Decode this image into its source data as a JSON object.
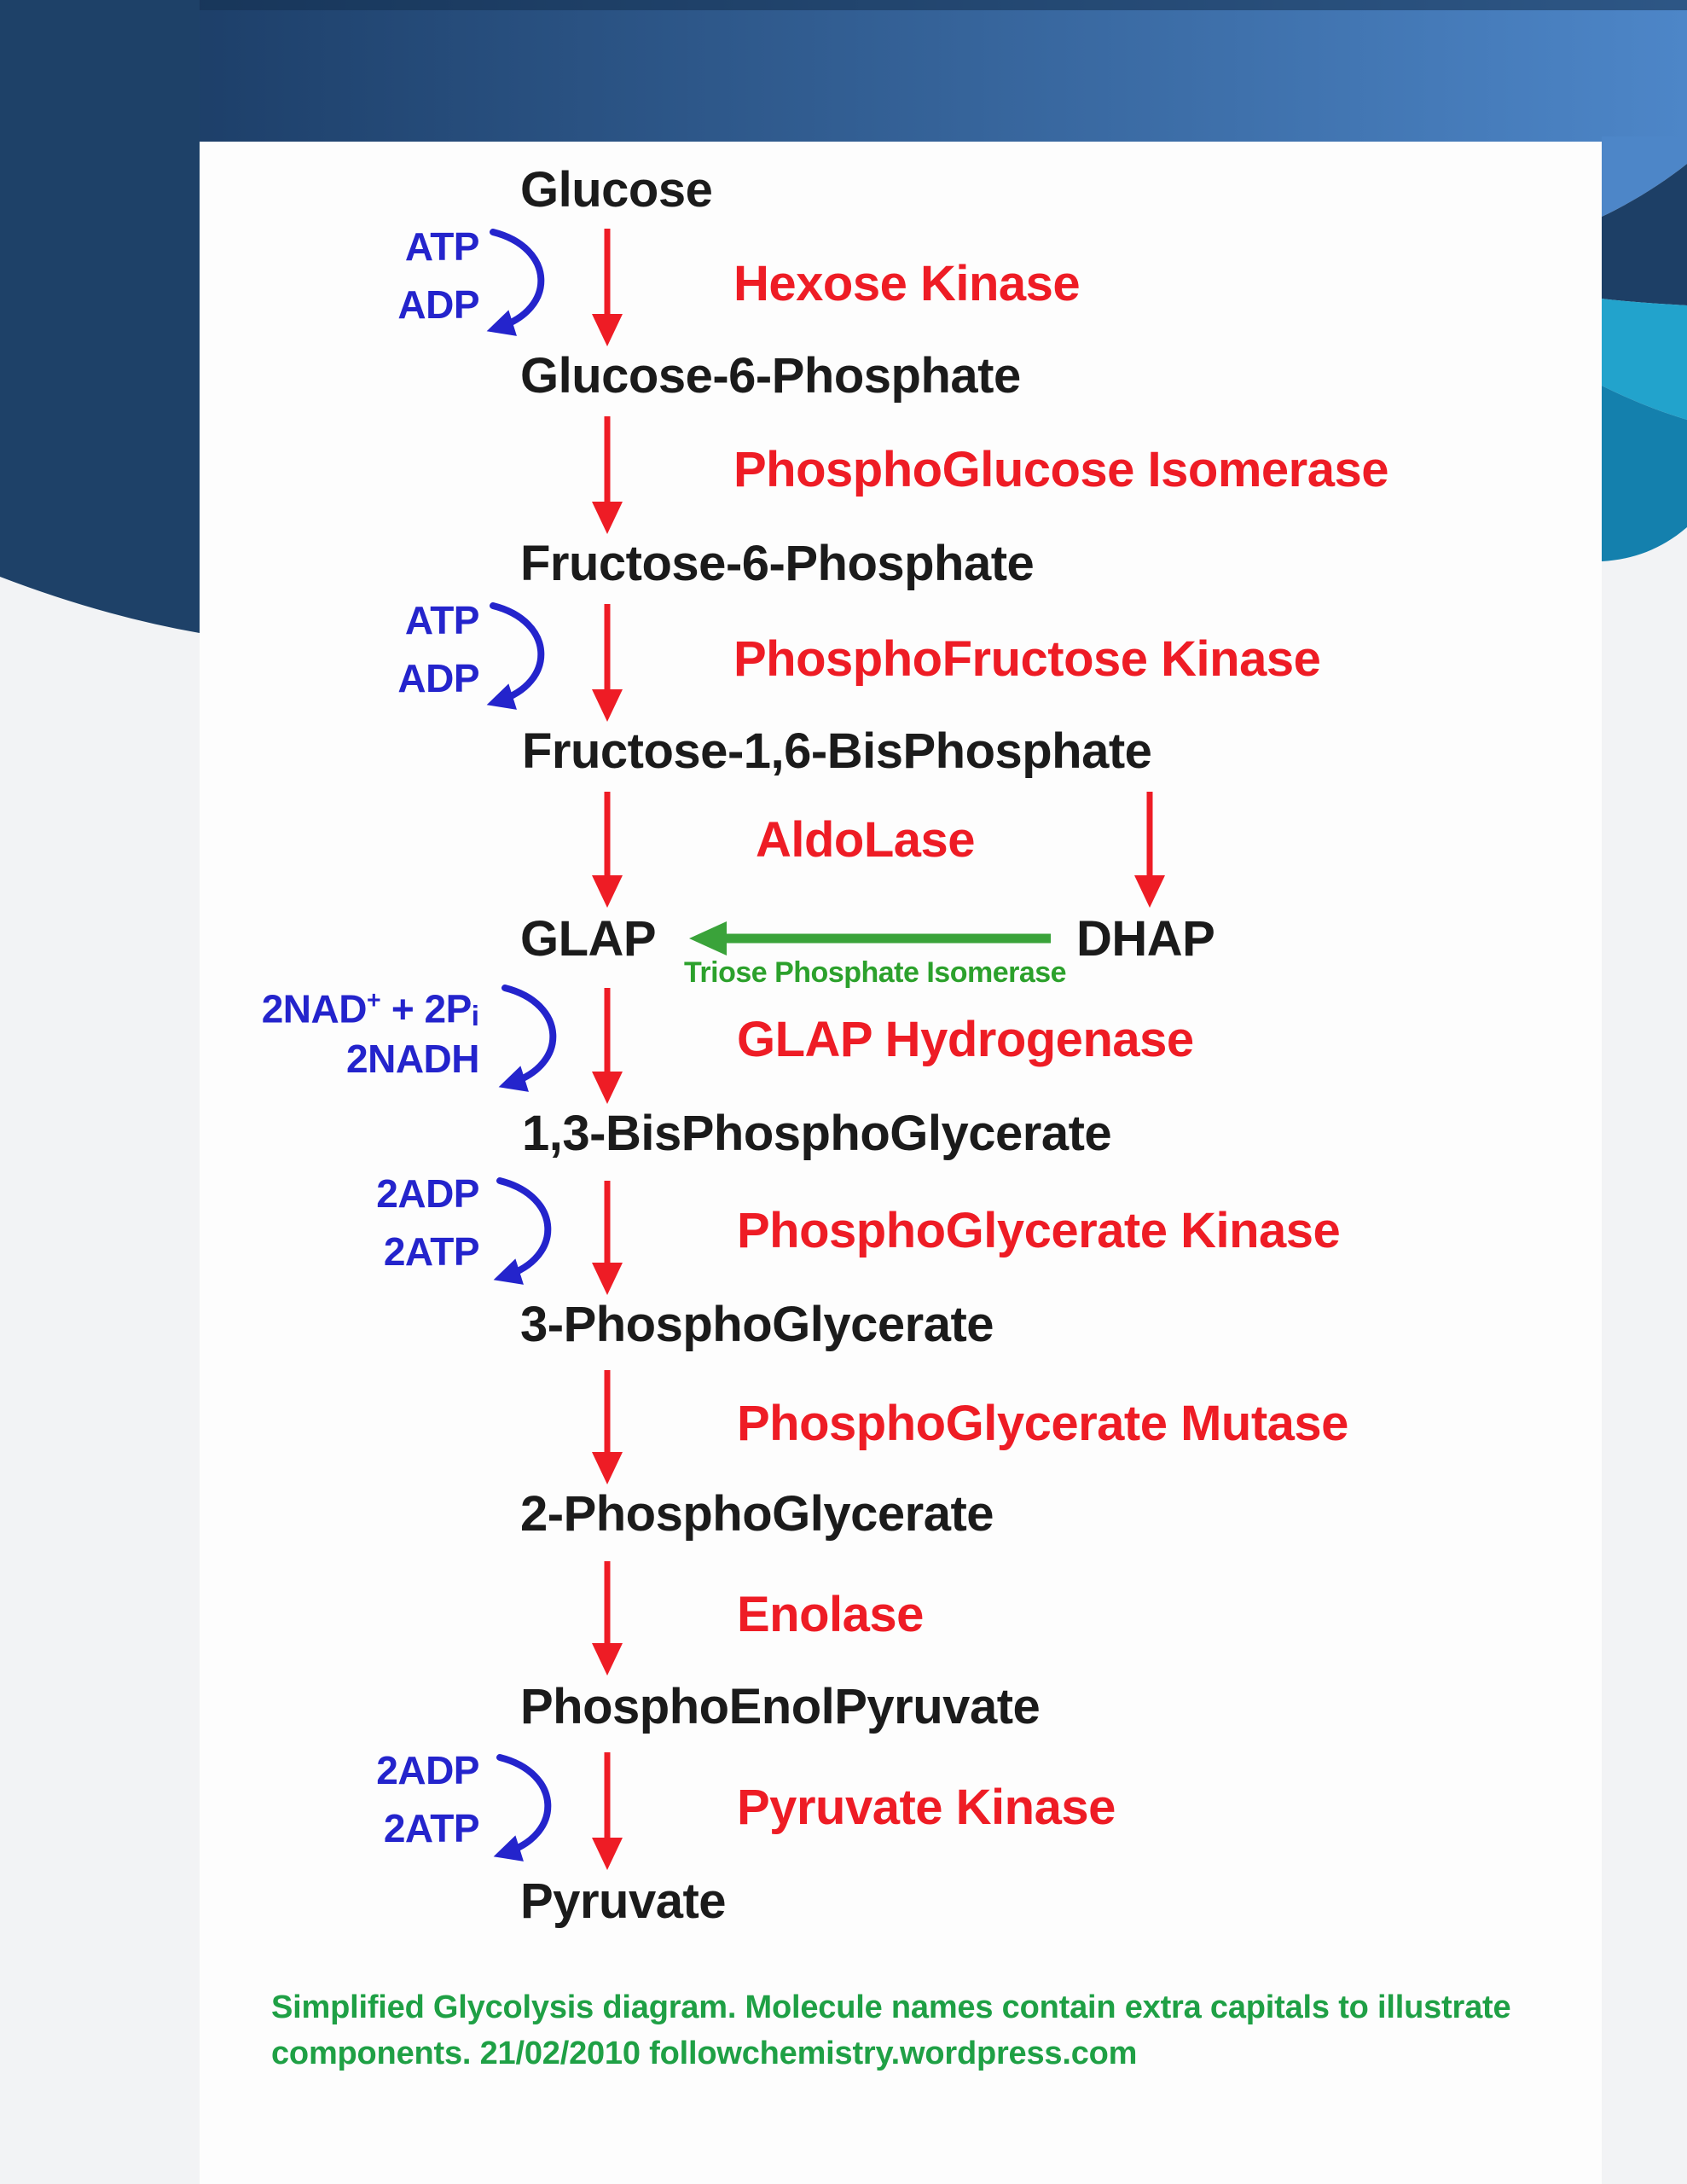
{
  "colors": {
    "page-bg": "#f2f3f5",
    "panel": "#fdfdfd",
    "molecule": "#1b1b1b",
    "enzyme": "#ee1c25",
    "cofactor": "#2424cc",
    "green": "#2ca12c",
    "caption": "#1fa045",
    "arrow-red": "#ee1c25",
    "arrow-green": "#3aa33a",
    "band-left": "#17365d",
    "band-right": "#4d86c8",
    "column": "#1e4168",
    "deco-navy": "#1d3f66",
    "deco-cyan": "#22a3cc",
    "deco-teal": "#1480ad"
  },
  "molecules": [
    "Glucose",
    "Glucose-6-Phosphate",
    "Fructose-6-Phosphate",
    "Fructose-1,6-BisPhosphate",
    "GLAP",
    "DHAP",
    "1,3-BisPhosphoGlycerate",
    "3-PhosphoGlycerate",
    "2-PhosphoGlycerate",
    "PhosphoEnolPyruvate",
    "Pyruvate"
  ],
  "enzymes": [
    "Hexose Kinase",
    "PhosphoGlucose Isomerase",
    "PhosphoFructose Kinase",
    "AldoLase",
    "GLAP Hydrogenase",
    "PhosphoGlycerate Kinase",
    "PhosphoGlycerate Mutase",
    "Enolase",
    "Pyruvate Kinase"
  ],
  "tpi_label": "Triose Phosphate Isomerase",
  "cofactors": {
    "step1_in": "ATP",
    "step1_out": "ADP",
    "step3_in": "ATP",
    "step3_out": "ADP",
    "step6_in_prefix": "2NAD",
    "step6_in_sup": "+",
    "step6_in_mid": " + 2P",
    "step6_in_sub": "i",
    "step6_out": "2NADH",
    "step7_in": "2ADP",
    "step7_out": "2ATP",
    "step10_in": "2ADP",
    "step10_out": "2ATP"
  },
  "caption": {
    "line1": "Simplified Glycolysis diagram. Molecule names contain extra capitals to illustrate",
    "line2": "components. 21/02/2010 followchemistry.wordpress.com"
  }
}
